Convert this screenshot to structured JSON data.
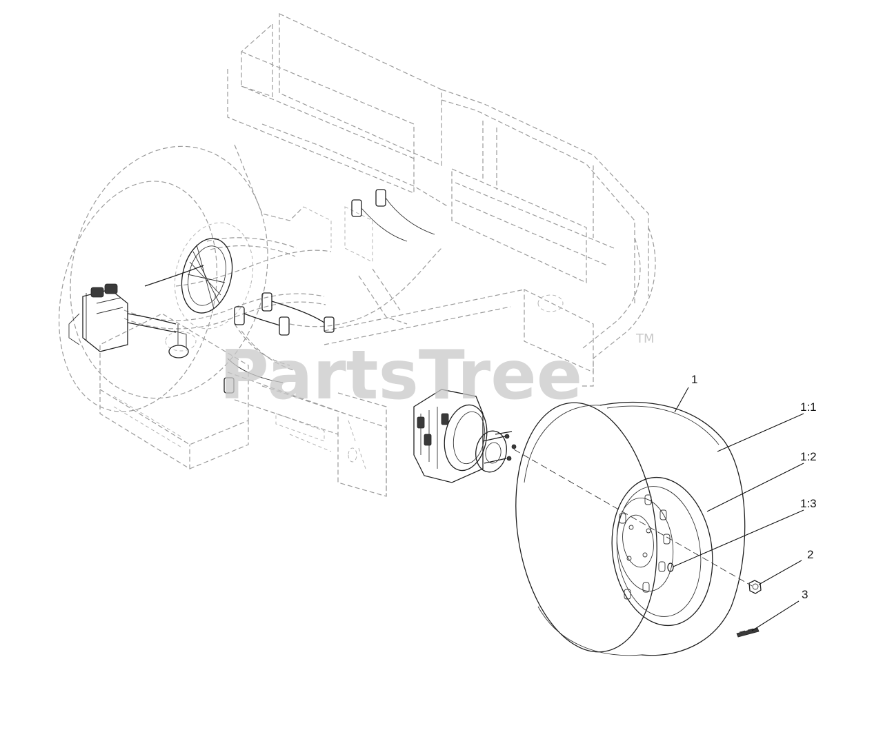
{
  "watermark": {
    "brand": "PartsTree",
    "trademark": "TM"
  },
  "callouts": [
    {
      "id": "c1",
      "label": "1"
    },
    {
      "id": "c11",
      "label": "1:1"
    },
    {
      "id": "c12",
      "label": "1:2"
    },
    {
      "id": "c13",
      "label": "1:3"
    },
    {
      "id": "c2",
      "label": "2"
    },
    {
      "id": "c3",
      "label": "3"
    }
  ]
}
